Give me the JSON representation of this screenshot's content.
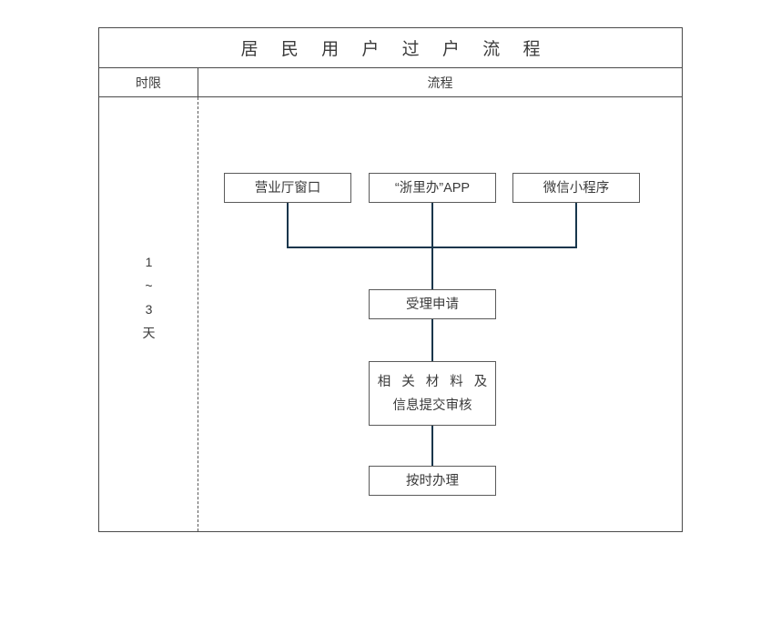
{
  "document": {
    "title": "居 民 用 户 过 户 流 程",
    "columns": [
      {
        "key": "time_limit",
        "label": "时限"
      },
      {
        "key": "process",
        "label": "流程"
      }
    ],
    "duration": {
      "lines": [
        "1",
        "~",
        "3",
        "天"
      ],
      "plain": "1~3天"
    }
  },
  "chart_data": {
    "type": "diagram",
    "title": "居 民 用 户 过 户 流 程",
    "subtype": "flowchart",
    "orientation": "top-to-bottom",
    "nodes": [
      {
        "id": "n1",
        "label": "营业厅窗口",
        "lines": [
          "营业厅窗口"
        ],
        "level": 1,
        "shape": "rect"
      },
      {
        "id": "n2",
        "label": "“浙里办”APP",
        "lines": [
          "“浙里办”APP"
        ],
        "level": 1,
        "shape": "rect"
      },
      {
        "id": "n3",
        "label": "微信小程序",
        "lines": [
          "微信小程序"
        ],
        "level": 1,
        "shape": "rect"
      },
      {
        "id": "n4",
        "label": "受理申请",
        "lines": [
          "受理申请"
        ],
        "level": 2,
        "shape": "rect"
      },
      {
        "id": "n5",
        "label": "相关材料及信息提交审核",
        "lines": [
          "相 关 材 料 及",
          "信息提交审核"
        ],
        "level": 3,
        "shape": "rect"
      },
      {
        "id": "n6",
        "label": "按时办理",
        "lines": [
          "按时办理"
        ],
        "level": 4,
        "shape": "rect"
      }
    ],
    "edges": [
      {
        "from": "n1",
        "to": "n4",
        "style": "elbow"
      },
      {
        "from": "n2",
        "to": "n4",
        "style": "straight"
      },
      {
        "from": "n3",
        "to": "n4",
        "style": "elbow"
      },
      {
        "from": "n4",
        "to": "n5",
        "style": "straight"
      },
      {
        "from": "n5",
        "to": "n6",
        "style": "straight"
      }
    ],
    "swimlanes": [
      {
        "label": "时限",
        "value": "1~3天"
      },
      {
        "label": "流程",
        "value": ""
      }
    ],
    "colors": {
      "connector": "#17364c",
      "node_border": "#5a5a5a",
      "table_border": "#4a4a4a",
      "text": "#3a3a3a",
      "background": "#ffffff"
    }
  }
}
